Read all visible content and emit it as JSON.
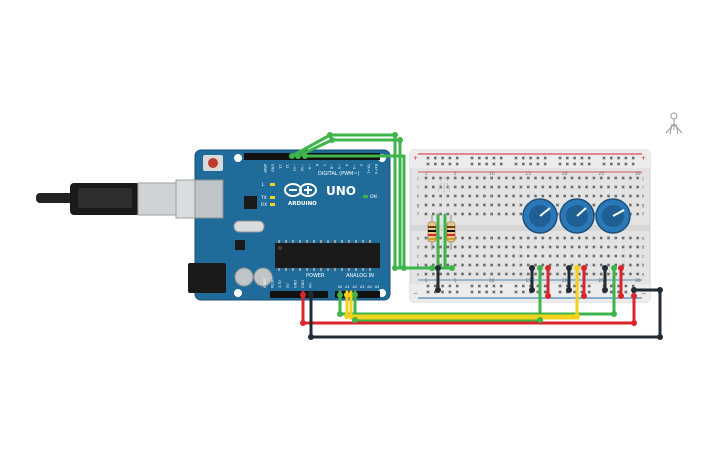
{
  "board": {
    "brand": "UNO",
    "maker": "ARDUINO",
    "digital_header_label": "DIGITAL (PWM~)",
    "power_label": "POWER",
    "analog_label": "ANALOG IN",
    "led_labels": [
      "L",
      "TX",
      "RX"
    ],
    "on_label": "ON",
    "digital_pins": [
      "AREF",
      "GND",
      "13",
      "12",
      "~11",
      "~10",
      "~9",
      "8",
      "7",
      "~6",
      "~5",
      "4",
      "~3",
      "2",
      "TX→1",
      "RX←0"
    ],
    "power_pins": [
      "IOREF",
      "RESET",
      "3.3V",
      "5V",
      "GND",
      "GND",
      "Vin"
    ],
    "analog_pins": [
      "A0",
      "A1",
      "A2",
      "A3",
      "A4",
      "A5"
    ]
  },
  "breadboard": {
    "row_letters_top": [
      "j",
      "i",
      "h",
      "g",
      "f"
    ],
    "row_letters_bottom": [
      "e",
      "d",
      "c",
      "b",
      "a"
    ],
    "column_numbers": [
      "1",
      "",
      "",
      "",
      "5",
      "",
      "",
      "",
      "",
      "10",
      "",
      "",
      "",
      "",
      "15",
      "",
      "",
      "",
      "",
      "20",
      "",
      "",
      "",
      "",
      "25",
      "",
      "",
      "",
      "",
      "30"
    ],
    "rail_plus": "+",
    "rail_minus": "−"
  },
  "components": {
    "potentiometers": 3,
    "resistors": 2
  },
  "colors": {
    "board": "#1f6b9a",
    "wire_green": "#3db54a",
    "wire_red": "#d9252b",
    "wire_yellow": "#f2d21b",
    "wire_black": "#222b33",
    "pot_blue": "#2a78b8"
  }
}
